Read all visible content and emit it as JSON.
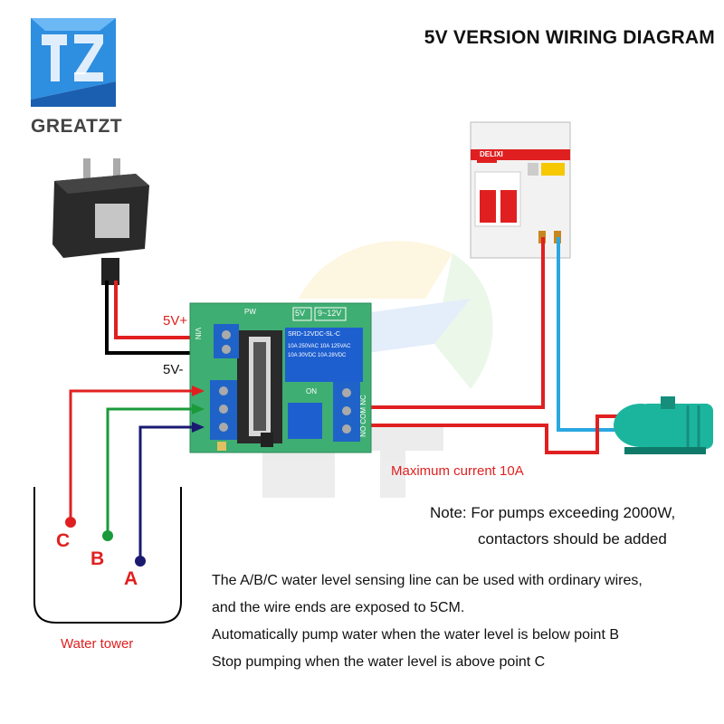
{
  "title": "5V VERSION WIRING DIAGRAM",
  "brand": {
    "logo_letters": "TZ",
    "name": "GREATZT"
  },
  "labels": {
    "v5_plus": "5V+",
    "v5_minus": "5V-",
    "max_current": "Maximum current 10A",
    "water_tower": "Water tower",
    "point_c": "C",
    "point_b": "B",
    "point_a": "A"
  },
  "board": {
    "v5_badge": "5V",
    "range_badge": "9~12V",
    "relay_model": "SRD-12VDC-SL-C",
    "relay_ratings": [
      "10A 250VAC  10A 125VAC",
      "10A 30VDC  10A 28VDC"
    ],
    "on_mark": "ON",
    "terminals": "NO COM NC",
    "vin": "VIN",
    "pw": "PW"
  },
  "breaker": {
    "brand": "DELIXI"
  },
  "note": {
    "line1": "Note: For pumps exceeding 2000W,",
    "line2": "contactors should be added"
  },
  "instructions": [
    "The A/B/C water level sensing line can be used with ordinary wires,",
    "and the wire ends are exposed to 5CM.",
    "Automatically pump water when the water level is below point B",
    "Stop pumping when the water level is above point C"
  ],
  "colors": {
    "wire_red": "#e02020",
    "wire_green": "#1a9a3a",
    "wire_navy": "#1a1a70",
    "wire_blue": "#2aa7e0",
    "wire_black": "#000000",
    "board_green": "#3fae72",
    "terminal_blue": "#1f63c8",
    "relay_blue": "#1e5fd0",
    "pump_teal": "#1bb59e",
    "logo_blue": "#2e8ee0"
  }
}
